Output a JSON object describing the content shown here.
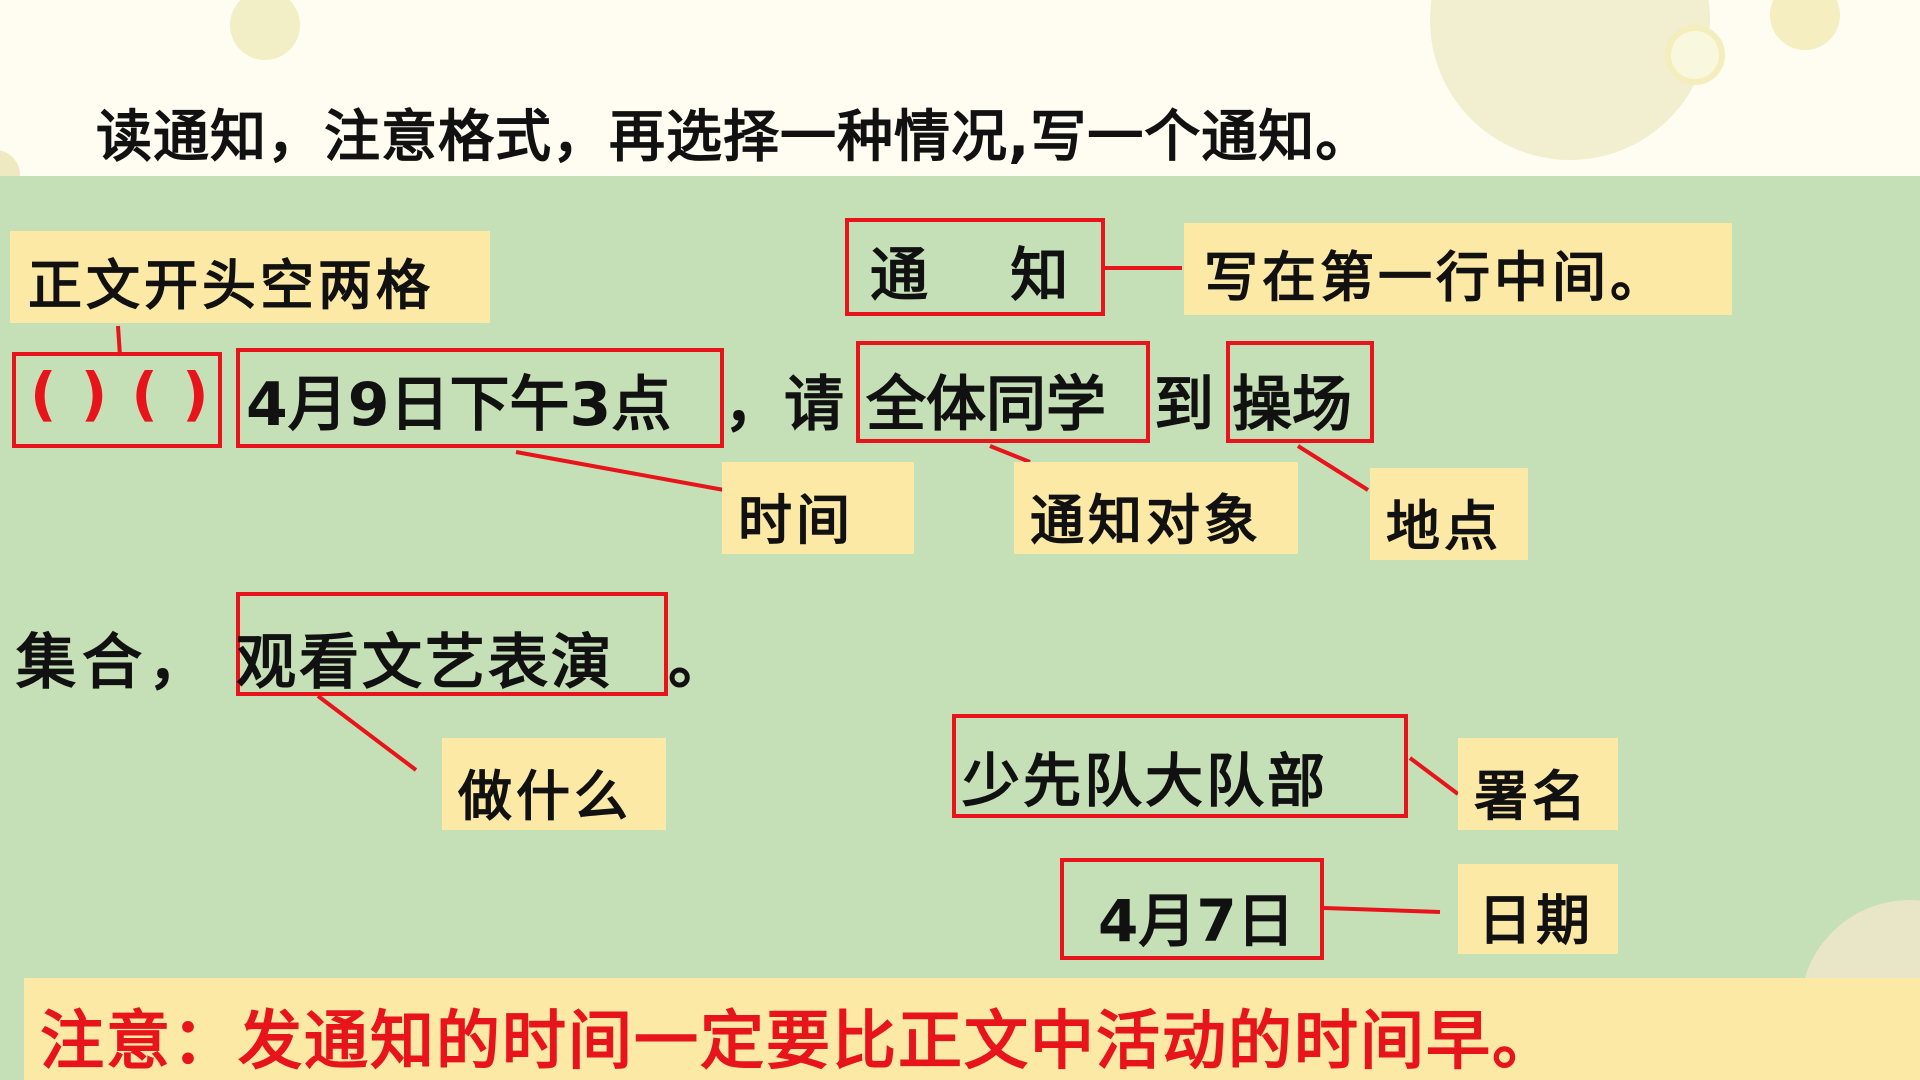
{
  "instruction": "读通知，注意格式，再选择一种情况,写一个通知。",
  "labels": {
    "indent_hint": "正文开头空两格",
    "first_line_hint": "写在第一行中间。",
    "time": "时间",
    "audience": "通知对象",
    "place": "地点",
    "activity": "做什么",
    "signature_label": "署名",
    "date_label": "日期"
  },
  "notice": {
    "title": "通  知",
    "indent_marks": "( ) ( )",
    "time_text": "4月9日下午3点",
    "comma": "，请",
    "audience_text": "全体同学",
    "to": "到",
    "place_text": "操场",
    "gather": "集合，",
    "activity_text": "观看文艺表演",
    "period": "。",
    "signature": "少先队大队部",
    "date": "4月7日"
  },
  "note": "注意：发通知的时间一定要比正文中活动的时间早。",
  "colors": {
    "panel": "#c5e0b7",
    "label_bg": "#fde9a6",
    "accent_red": "#e8141b"
  }
}
